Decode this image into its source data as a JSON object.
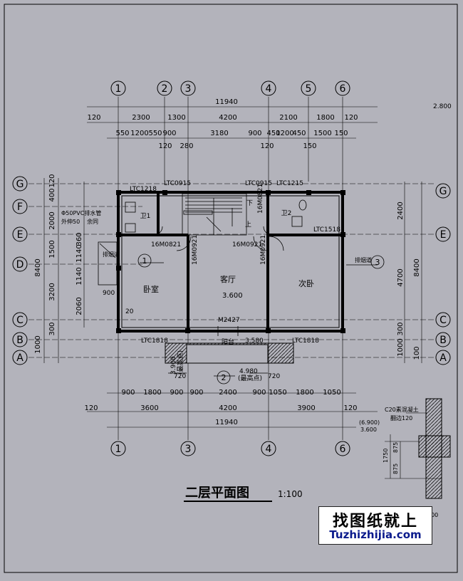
{
  "title": "二层平面图",
  "scale": "1:100",
  "watermark": {
    "cn": "找图纸就上",
    "en": "Tuzhizhijia.com"
  },
  "axes_top": [
    "1",
    "2",
    "3",
    "4",
    "5",
    "6"
  ],
  "axes_bottom": [
    "1",
    "3",
    "4",
    "6"
  ],
  "axes_left": [
    "G",
    "F",
    "E",
    "D",
    "C",
    "B",
    "A"
  ],
  "axes_right": [
    "G",
    "E",
    "C",
    "B",
    "A"
  ],
  "dims_top_total": "11940",
  "dims_top_row2": [
    "120",
    "2300",
    "1300",
    "4200",
    "2100",
    "1800",
    "120"
  ],
  "dims_top_row3": [
    "550",
    "1200",
    "550",
    "900",
    "3180",
    "900",
    "450",
    "1200",
    "450",
    "1500",
    "150"
  ],
  "dims_top_row4": [
    "120",
    "280",
    "120",
    "150"
  ],
  "dims_bottom_row1": [
    "900",
    "1800",
    "900",
    "900",
    "2400",
    "900",
    "1050",
    "1800",
    "1050"
  ],
  "dims_bottom_row2": [
    "120",
    "3600",
    "4200",
    "3900",
    "120"
  ],
  "dims_bottom_total": "11940",
  "dims_left_outer": [
    "8400",
    "1000"
  ],
  "dims_left_mid": [
    "120",
    "400",
    "2000",
    "1500",
    "3200",
    "300"
  ],
  "dims_left_inner": [
    "1140",
    "360",
    "1140",
    "2060"
  ],
  "dims_right_inner": [
    "2400",
    "4700",
    "300",
    "1000"
  ],
  "dims_right_outer": [
    "8400",
    "100"
  ],
  "rooms": {
    "living": "客厅",
    "bed1": "卧室",
    "bed2": "次卧",
    "wc1": "卫1",
    "wc2": "卫2",
    "balcony": "阳台",
    "up": "上",
    "down": "下"
  },
  "labels": {
    "ltc1218": "LTC1218",
    "ltc0915a": "LTC0915",
    "ltc0915b": "LTC0915",
    "ltc1215": "LTC1215",
    "ltc1518": "LTC1518",
    "ltc1818a": "LTC1818",
    "ltc1818b": "LTC1818",
    "m0821a": "16M0821",
    "m0821b": "16M0821",
    "m0921a": "16M0921",
    "m0921b": "16M0921",
    "m0921c": "16M0921",
    "m2427": "M2427",
    "lvl3600": "3.600",
    "lvl3580": "3.580",
    "lvl3900": "3.900",
    "lvl4980": "4.980",
    "lvl_note1": "(最高点)",
    "lvl_note2": "(最高点)",
    "pvc1": "Φ50PVC排水管",
    "pvc2": "外伸50",
    "pvc3": "余同",
    "vent": "排烟道",
    "w900": "900",
    "w20": "20",
    "w720a": "720",
    "w720b": "720",
    "section3": "3",
    "detail1": "1",
    "detail2": "2",
    "top_right_lvl": "2.800"
  },
  "detail": {
    "c20": "C20素混凝土",
    "thk": "翻边120",
    "lvl1": "(6.900)",
    "lvl2": "3.600",
    "d1750": "1750",
    "d875a": "875",
    "d875b": "875",
    "b300": "300"
  }
}
